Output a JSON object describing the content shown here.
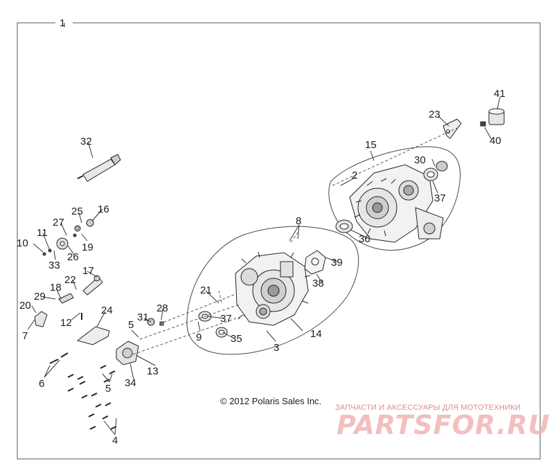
{
  "callouts": [
    {
      "id": "c1",
      "text": "1"
    },
    {
      "id": "c2",
      "text": "2"
    },
    {
      "id": "c3",
      "text": "3"
    },
    {
      "id": "c4",
      "text": "4"
    },
    {
      "id": "c5a",
      "text": "5"
    },
    {
      "id": "c5b",
      "text": "5"
    },
    {
      "id": "c6",
      "text": "6"
    },
    {
      "id": "c7",
      "text": "7"
    },
    {
      "id": "c8",
      "text": "8"
    },
    {
      "id": "c9",
      "text": "9"
    },
    {
      "id": "c10",
      "text": "10"
    },
    {
      "id": "c11",
      "text": "11"
    },
    {
      "id": "c12",
      "text": "12"
    },
    {
      "id": "c13",
      "text": "13"
    },
    {
      "id": "c14",
      "text": "14"
    },
    {
      "id": "c15",
      "text": "15"
    },
    {
      "id": "c16",
      "text": "16"
    },
    {
      "id": "c17",
      "text": "17"
    },
    {
      "id": "c18",
      "text": "18"
    },
    {
      "id": "c19",
      "text": "19"
    },
    {
      "id": "c20",
      "text": "20"
    },
    {
      "id": "c21",
      "text": "21"
    },
    {
      "id": "c22",
      "text": "22"
    },
    {
      "id": "c23",
      "text": "23"
    },
    {
      "id": "c24",
      "text": "24"
    },
    {
      "id": "c25",
      "text": "25"
    },
    {
      "id": "c26",
      "text": "26"
    },
    {
      "id": "c27",
      "text": "27"
    },
    {
      "id": "c28",
      "text": "28"
    },
    {
      "id": "c29",
      "text": "29"
    },
    {
      "id": "c30",
      "text": "30"
    },
    {
      "id": "c31",
      "text": "31"
    },
    {
      "id": "c32",
      "text": "32"
    },
    {
      "id": "c33",
      "text": "33"
    },
    {
      "id": "c34",
      "text": "34"
    },
    {
      "id": "c35",
      "text": "35"
    },
    {
      "id": "c36",
      "text": "36"
    },
    {
      "id": "c37a",
      "text": "37"
    },
    {
      "id": "c37b",
      "text": "37"
    },
    {
      "id": "c38",
      "text": "38"
    },
    {
      "id": "c39",
      "text": "39"
    },
    {
      "id": "c40",
      "text": "40"
    },
    {
      "id": "c41",
      "text": "41"
    }
  ],
  "copyright": "© 2012 Polaris Sales Inc.",
  "watermark": {
    "tagline": "ЗАПЧАСТИ И АКСЕССУАРЫ ДЛЯ МОТОТЕХНИКИ",
    "logo": "PARTSFOR.RU"
  }
}
